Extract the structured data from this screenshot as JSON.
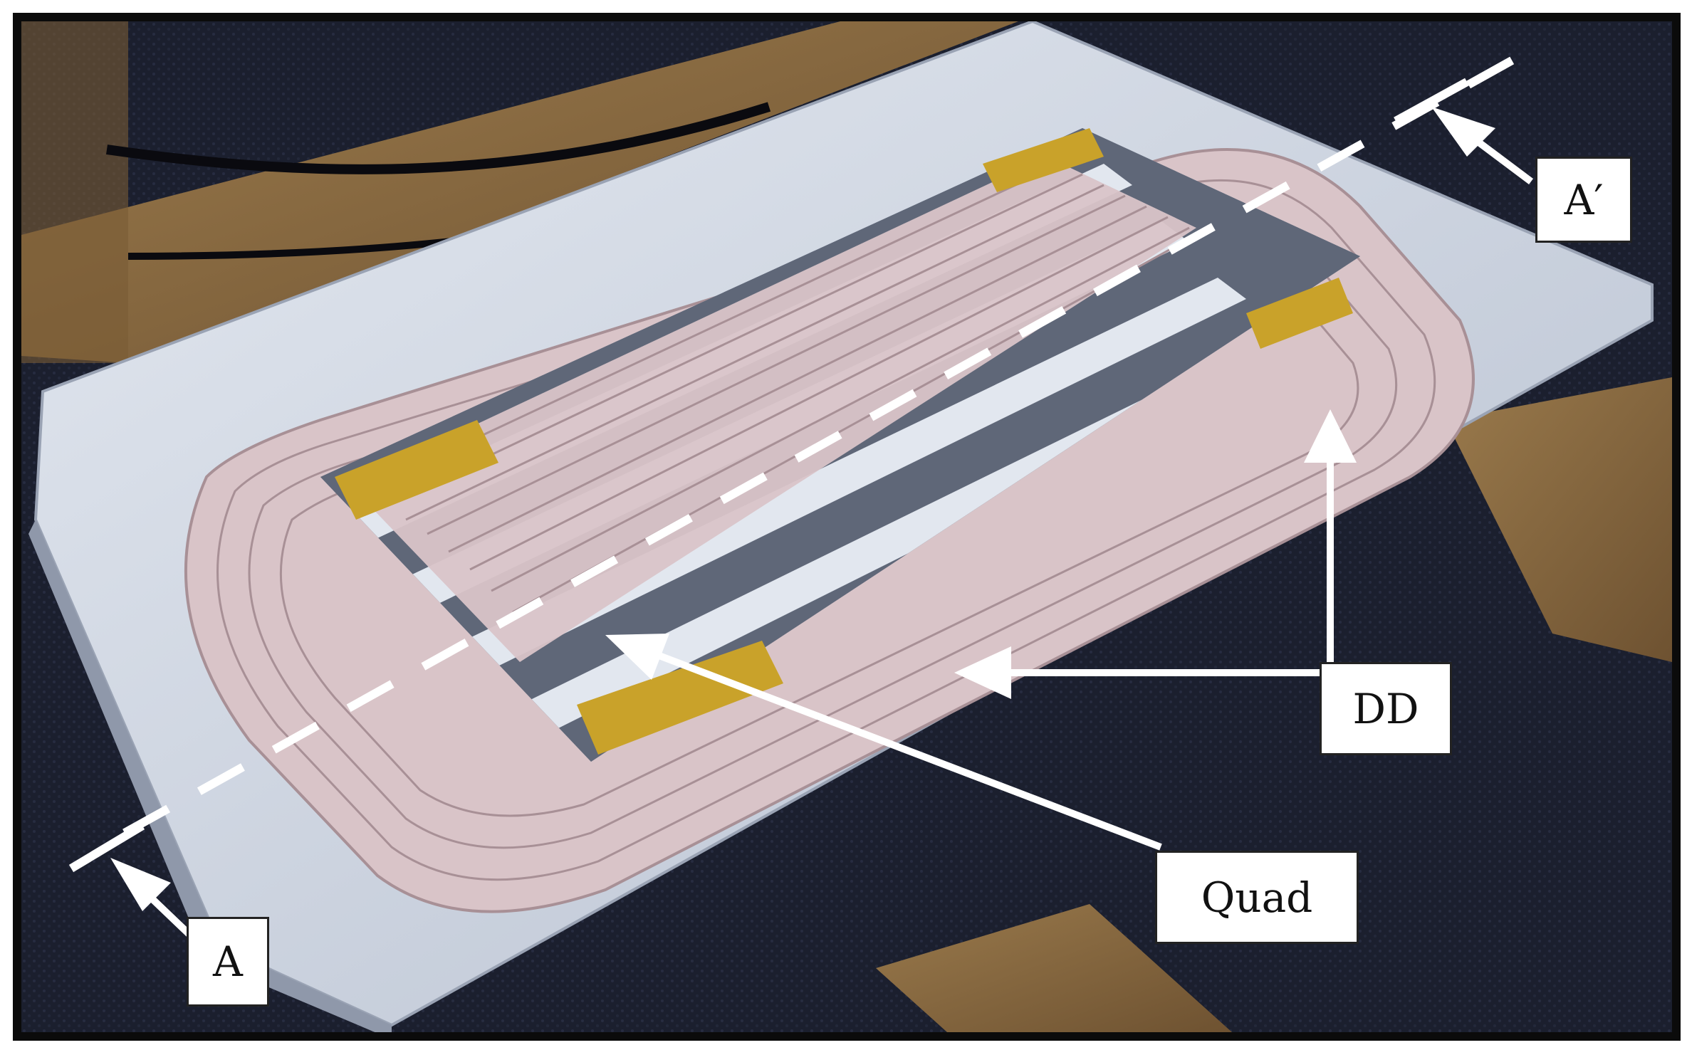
{
  "labels": {
    "a": "A",
    "a_prime": "A′",
    "dd": "DD",
    "quad": "Quad"
  },
  "colors": {
    "coil_wire": "#d9c4c8",
    "coil_gap": "#a89096",
    "frame_plate": "#cfd6e3",
    "ferrite_bar": "#e2e7ef",
    "tape": "#c9a22a",
    "wood": "#8a6a40",
    "background_floor": "#1c2030"
  }
}
